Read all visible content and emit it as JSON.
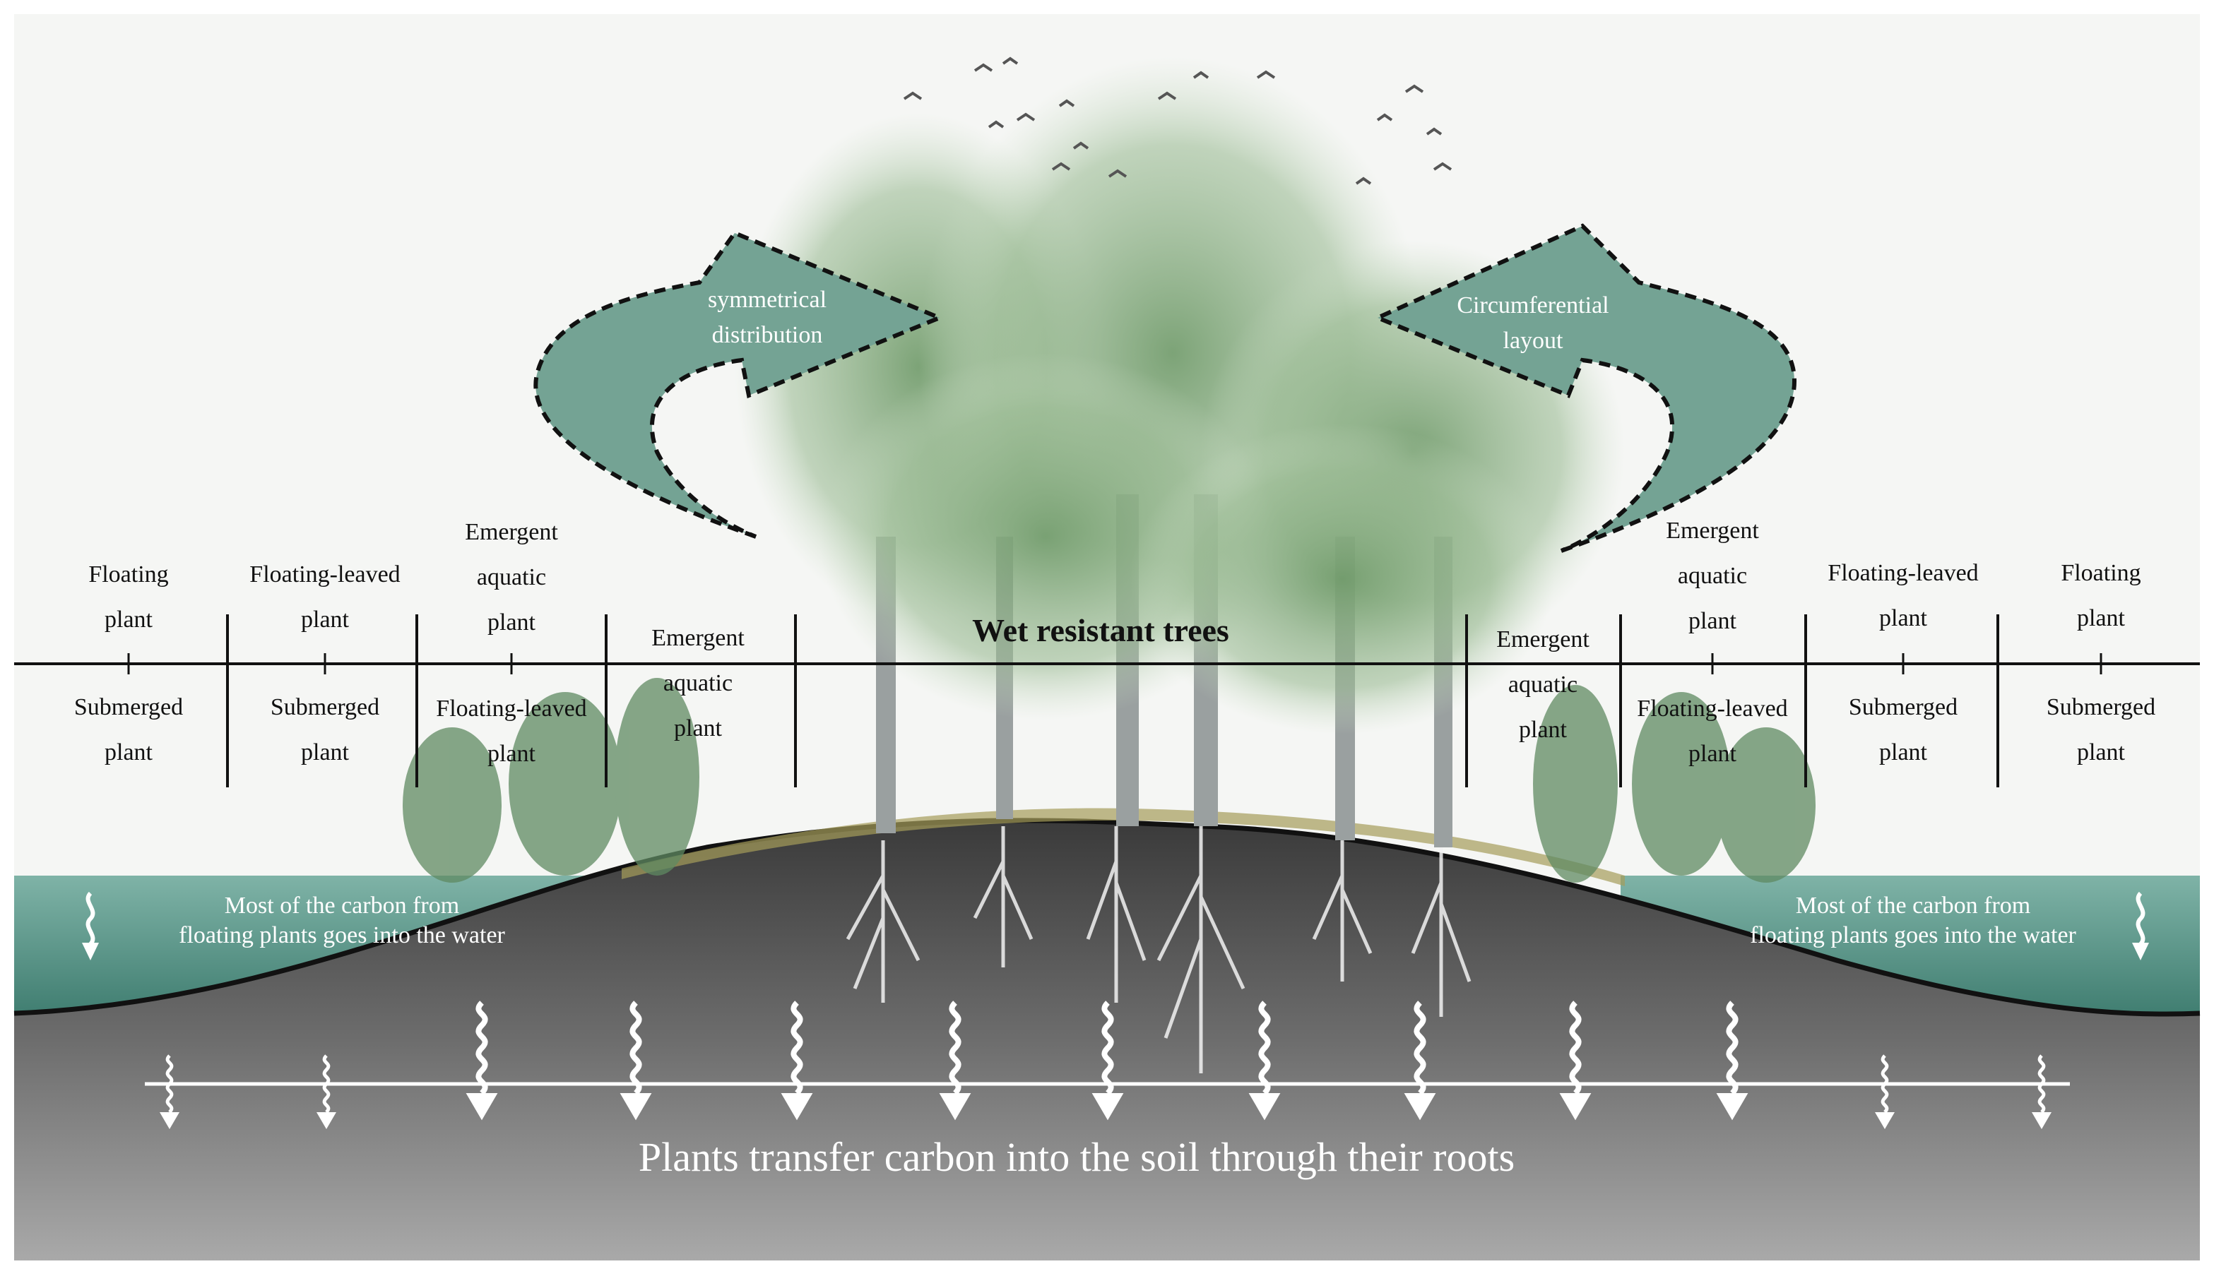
{
  "colors": {
    "water": "#5f9a8e",
    "arrow_fill": "#74a394",
    "soil": "#7f7f7f",
    "tree_green": "#8fae86"
  },
  "top_labels": [
    [
      "Floating",
      "plant"
    ],
    [
      "Floating-leaved",
      "plant"
    ],
    [
      "Emergent",
      "aquatic",
      "plant"
    ],
    [
      "Emergent",
      "aquatic",
      "plant"
    ],
    [
      "Floating-leaved",
      "plant"
    ],
    [
      "Floating",
      "plant"
    ]
  ],
  "bottom_labels": [
    [
      "Submerged",
      "plant"
    ],
    [
      "Submerged",
      "plant"
    ],
    [
      "Floating-leaved",
      "plant"
    ],
    [
      "Emergent",
      "aquatic",
      "plant"
    ],
    [
      "Emergent",
      "aquatic",
      "plant"
    ],
    [
      "Floating-leaved",
      "plant"
    ],
    [
      "Submerged",
      "plant"
    ],
    [
      "Submerged",
      "plant"
    ]
  ],
  "center_title": "Wet resistant trees",
  "arrows": {
    "left": [
      "symmetrical",
      "distribution"
    ],
    "right": [
      "Circumferential",
      "layout"
    ]
  },
  "water_text": {
    "left": [
      "Most of the carbon from",
      "floating plants goes into the water"
    ],
    "right": [
      "Most of the carbon from",
      "floating plants goes into the water"
    ]
  },
  "soil_text": "Plants transfer carbon into the soil through their roots"
}
